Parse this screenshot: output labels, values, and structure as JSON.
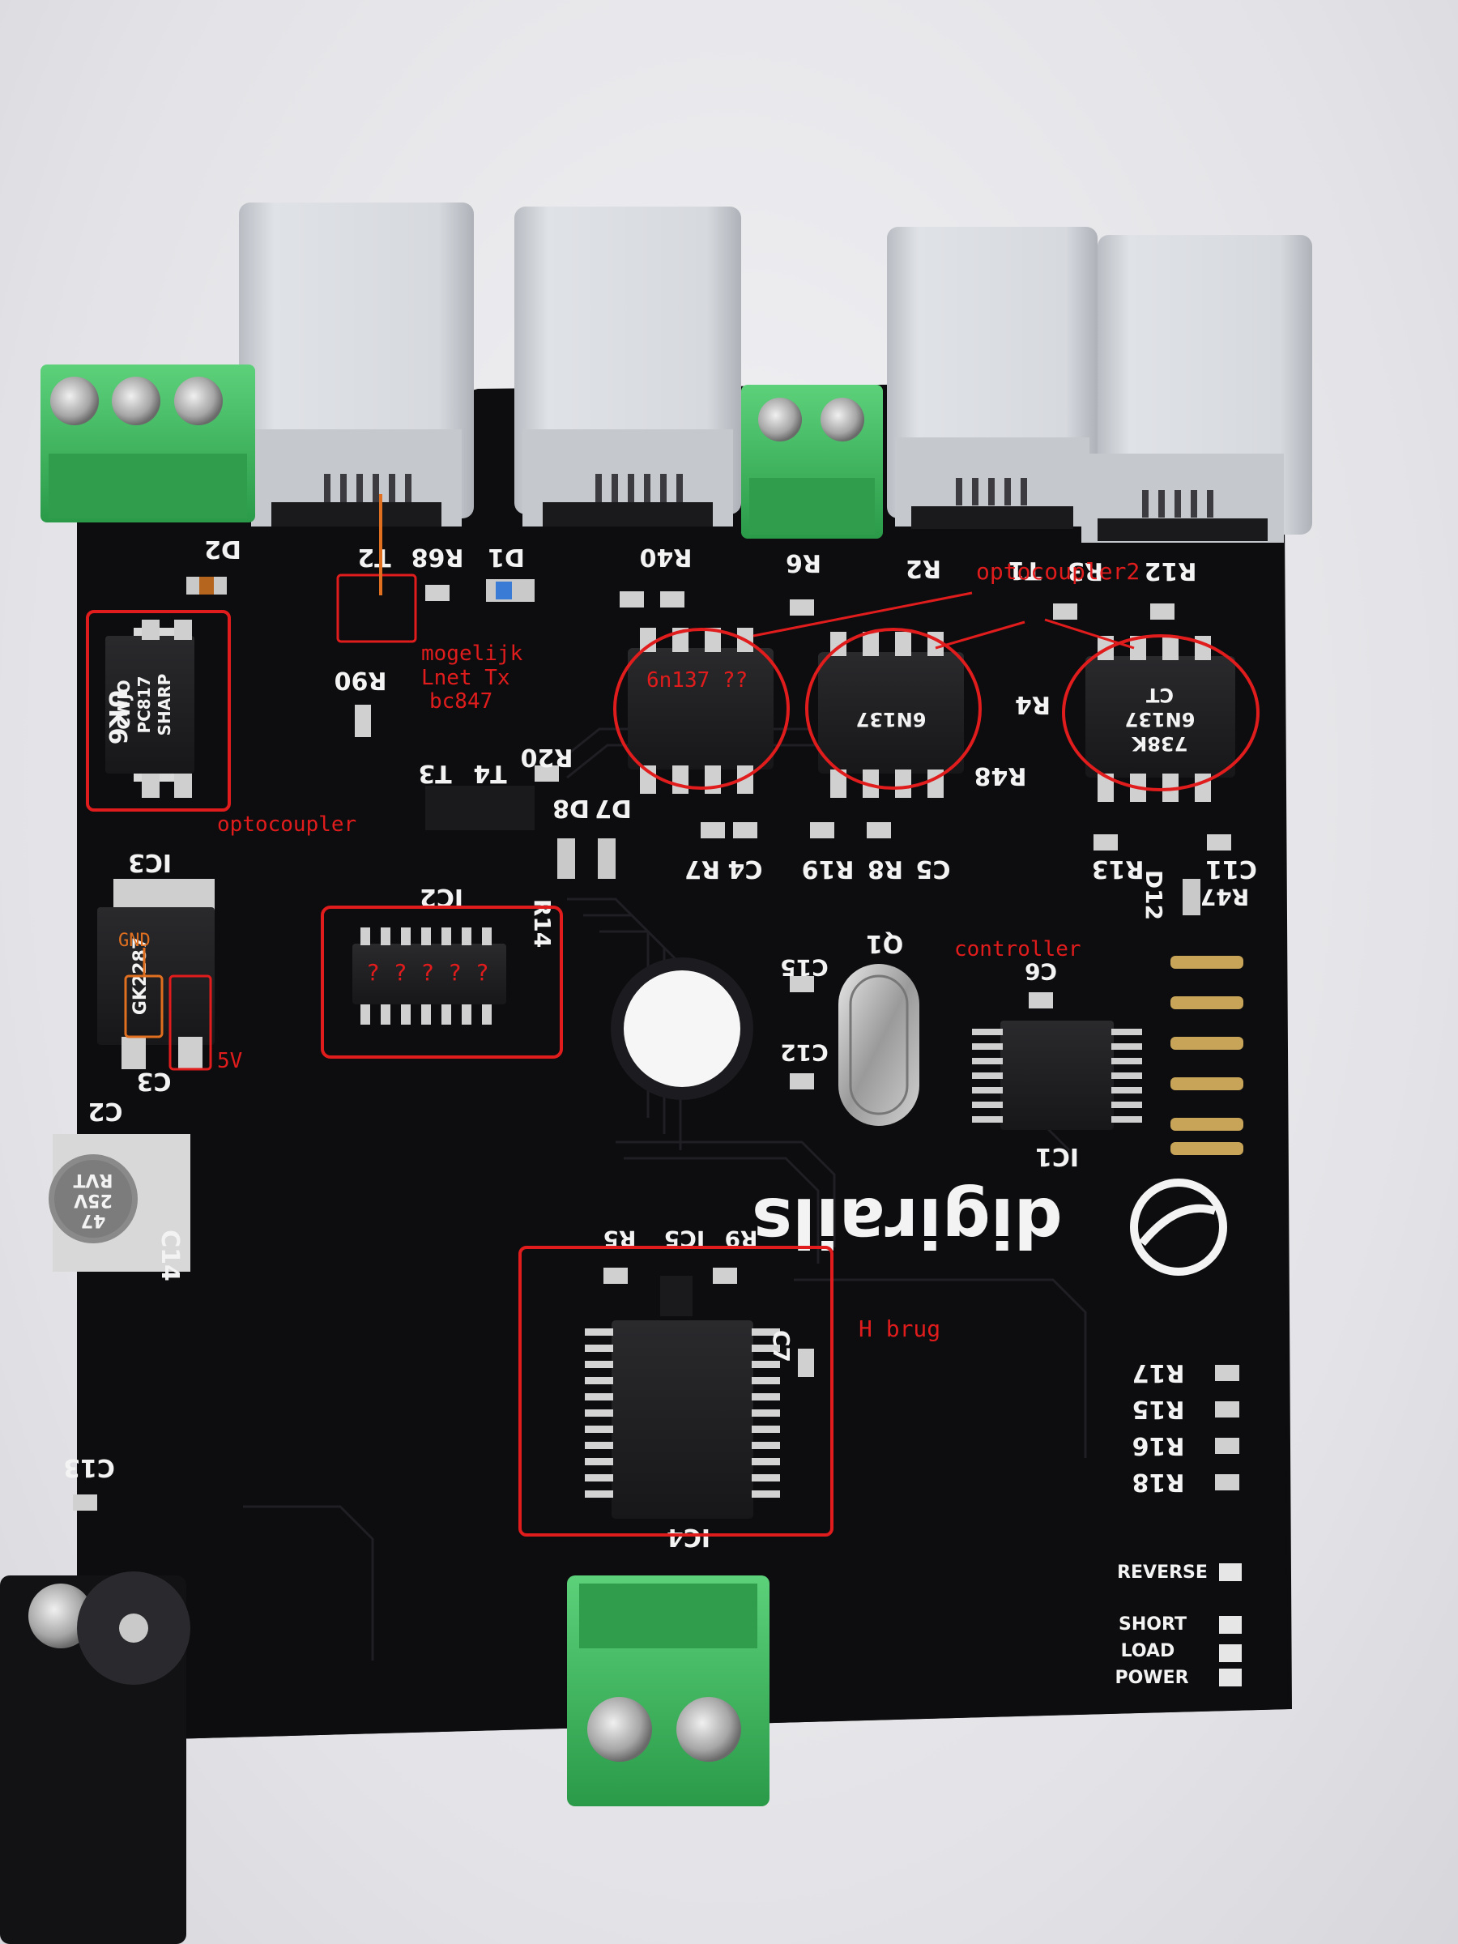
{
  "silkscreen": {
    "d2": "D2",
    "t2": "T2",
    "r68": "R68",
    "d1": "D1",
    "r40": "R40",
    "r6": "R6",
    "r2": "R2",
    "r3": "R3",
    "r12": "R12",
    "t1": "T1",
    "r90": "R90",
    "uk6": "UK6",
    "t3": "T3",
    "t4": "T4",
    "r20": "R20",
    "d7": "D7",
    "d8": "D8",
    "r4": "R4",
    "r48": "R48",
    "c4": "C4",
    "r7": "R7",
    "r19": "R19",
    "r8": "R8",
    "c5": "C5",
    "r13": "R13",
    "c11": "C11",
    "d12": "D12",
    "r47": "R47",
    "ic3": "IC3",
    "ic2": "IC2",
    "r14": "R14",
    "q1": "Q1",
    "c15": "C15",
    "c12": "C12",
    "c6": "C6",
    "ic1": "IC1",
    "c3": "C3",
    "c2": "C2",
    "c14": "C14",
    "r5": "R5",
    "ic5": "IC5",
    "r9": "R9",
    "c7": "C7",
    "ic4": "IC4",
    "c13": "C13",
    "r17": "R17",
    "r15": "R15",
    "r16": "R16",
    "r18": "R18",
    "brand": "digirails",
    "reverse": "REVERSE",
    "short": "SHORT",
    "load": "LOAD",
    "power": "POWER"
  },
  "chip_markings": {
    "uk6_l1": "CWJO",
    "uk6_l2": "PC817",
    "uk6_l3": "SHARP",
    "ic3": "GK2287",
    "opto3_l1": "738K",
    "opto3_l2": "6N137",
    "opto3_l3": "CT",
    "opto2_l1": "6N137"
  },
  "annotations": {
    "optocoupler2": "optocoupler2",
    "mogelijk_l1": "mogelijk",
    "mogelijk_l2": "Lnet Tx",
    "mogelijk_l3": "bc847",
    "opto_6n137": "6n137 ??",
    "optocoupler": "optocoupler",
    "gnd": "GND",
    "v5": "5V",
    "unknown": "? ? ? ? ?",
    "controller": "controller",
    "h_brug": "H brug"
  },
  "colors": {
    "pcb": "#0d0d0f",
    "annotation_red": "#e11c1c",
    "annotation_orange": "#e07020",
    "terminal_green": "#3dbb5a",
    "rj_housing": "#d4d7dc"
  }
}
